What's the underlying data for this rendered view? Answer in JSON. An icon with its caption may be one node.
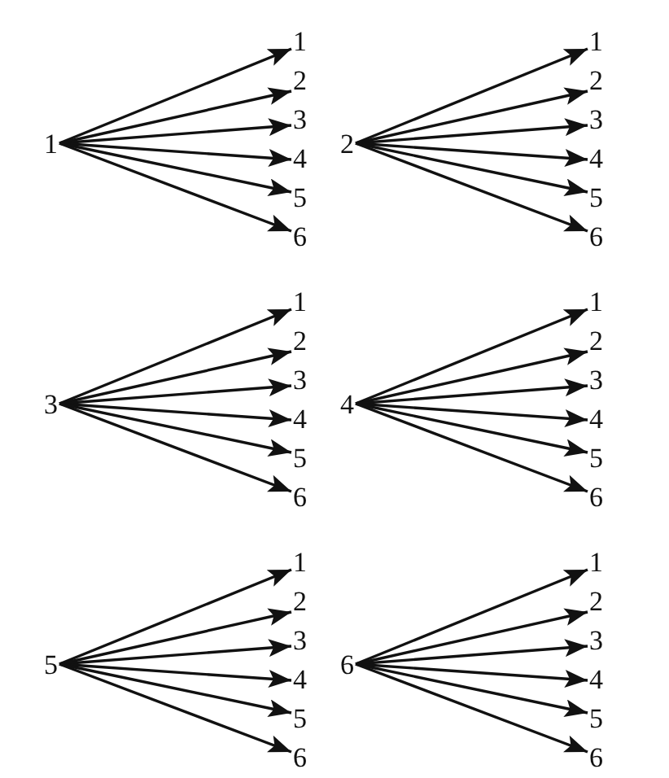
{
  "diagram": {
    "nodes": [
      {
        "text": [
          "1"
        ]
      },
      {
        "text": [
          "1"
        ]
      },
      {
        "text": [
          "2"
        ]
      },
      {
        "text": [
          "3"
        ]
      },
      {
        "text": [
          "4"
        ]
      },
      {
        "text": [
          "5"
        ]
      },
      {
        "text": [
          "6"
        ]
      },
      {
        "text": [
          "2"
        ]
      },
      {
        "text": [
          "1"
        ]
      },
      {
        "text": [
          "2"
        ]
      },
      {
        "text": [
          "3"
        ]
      },
      {
        "text": [
          "4"
        ]
      },
      {
        "text": [
          "5"
        ]
      },
      {
        "text": [
          "6"
        ]
      },
      {
        "text": [
          "3"
        ]
      },
      {
        "text": [
          "1"
        ]
      },
      {
        "text": [
          "2"
        ]
      },
      {
        "text": [
          "3"
        ]
      },
      {
        "text": [
          "4"
        ]
      },
      {
        "text": [
          "5"
        ]
      },
      {
        "text": [
          "6"
        ]
      },
      {
        "text": [
          "4"
        ]
      },
      {
        "text": [
          "1"
        ]
      },
      {
        "text": [
          "2"
        ]
      },
      {
        "text": [
          "3"
        ]
      },
      {
        "text": [
          "4"
        ]
      },
      {
        "text": [
          "5"
        ]
      },
      {
        "text": [
          "6"
        ]
      },
      {
        "text": [
          "5"
        ]
      },
      {
        "text": [
          "1"
        ]
      },
      {
        "text": [
          "2"
        ]
      },
      {
        "text": [
          "3"
        ]
      },
      {
        "text": [
          "4"
        ]
      },
      {
        "text": [
          "5"
        ]
      },
      {
        "text": [
          "6"
        ]
      },
      {
        "text": [
          "6"
        ]
      },
      {
        "text": [
          "1"
        ]
      },
      {
        "text": [
          "2"
        ]
      },
      {
        "text": [
          "3"
        ]
      },
      {
        "text": [
          "4"
        ]
      },
      {
        "text": [
          "5"
        ]
      },
      {
        "text": [
          "6"
        ]
      }
    ],
    "edges": [
      {
        "from": 0,
        "to": 1,
        "arrow": "to"
      },
      {
        "from": 0,
        "to": 2,
        "arrow": "to"
      },
      {
        "from": 0,
        "to": 3,
        "arrow": "to"
      },
      {
        "from": 0,
        "to": 4,
        "arrow": "to"
      },
      {
        "from": 0,
        "to": 5,
        "arrow": "to"
      },
      {
        "from": 0,
        "to": 6,
        "arrow": "to"
      },
      {
        "from": 7,
        "to": 8,
        "arrow": "to"
      },
      {
        "from": 7,
        "to": 9,
        "arrow": "to"
      },
      {
        "from": 7,
        "to": 10,
        "arrow": "to"
      },
      {
        "from": 7,
        "to": 11,
        "arrow": "to"
      },
      {
        "from": 7,
        "to": 12,
        "arrow": "to"
      },
      {
        "from": 7,
        "to": 13,
        "arrow": "to"
      },
      {
        "from": 14,
        "to": 15,
        "arrow": "to"
      },
      {
        "from": 14,
        "to": 16,
        "arrow": "to"
      },
      {
        "from": 14,
        "to": 17,
        "arrow": "to"
      },
      {
        "from": 14,
        "to": 18,
        "arrow": "to"
      },
      {
        "from": 14,
        "to": 19,
        "arrow": "to"
      },
      {
        "from": 14,
        "to": 20,
        "arrow": "to"
      },
      {
        "from": 21,
        "to": 22,
        "arrow": "to"
      },
      {
        "from": 21,
        "to": 23,
        "arrow": "to"
      },
      {
        "from": 21,
        "to": 24,
        "arrow": "to"
      },
      {
        "from": 21,
        "to": 25,
        "arrow": "to"
      },
      {
        "from": 21,
        "to": 26,
        "arrow": "to"
      },
      {
        "from": 21,
        "to": 27,
        "arrow": "to"
      },
      {
        "from": 28,
        "to": 29,
        "arrow": "to"
      },
      {
        "from": 28,
        "to": 30,
        "arrow": "to"
      },
      {
        "from": 28,
        "to": 31,
        "arrow": "to"
      },
      {
        "from": 28,
        "to": 32,
        "arrow": "to"
      },
      {
        "from": 28,
        "to": 33,
        "arrow": "to"
      },
      {
        "from": 28,
        "to": 34,
        "arrow": "to"
      },
      {
        "from": 35,
        "to": 36,
        "arrow": "to"
      },
      {
        "from": 35,
        "to": 37,
        "arrow": "to"
      },
      {
        "from": 35,
        "to": 38,
        "arrow": "to"
      },
      {
        "from": 35,
        "to": 39,
        "arrow": "to"
      },
      {
        "from": 35,
        "to": 40,
        "arrow": "to"
      },
      {
        "from": 35,
        "to": 41,
        "arrow": "to"
      }
    ]
  }
}
